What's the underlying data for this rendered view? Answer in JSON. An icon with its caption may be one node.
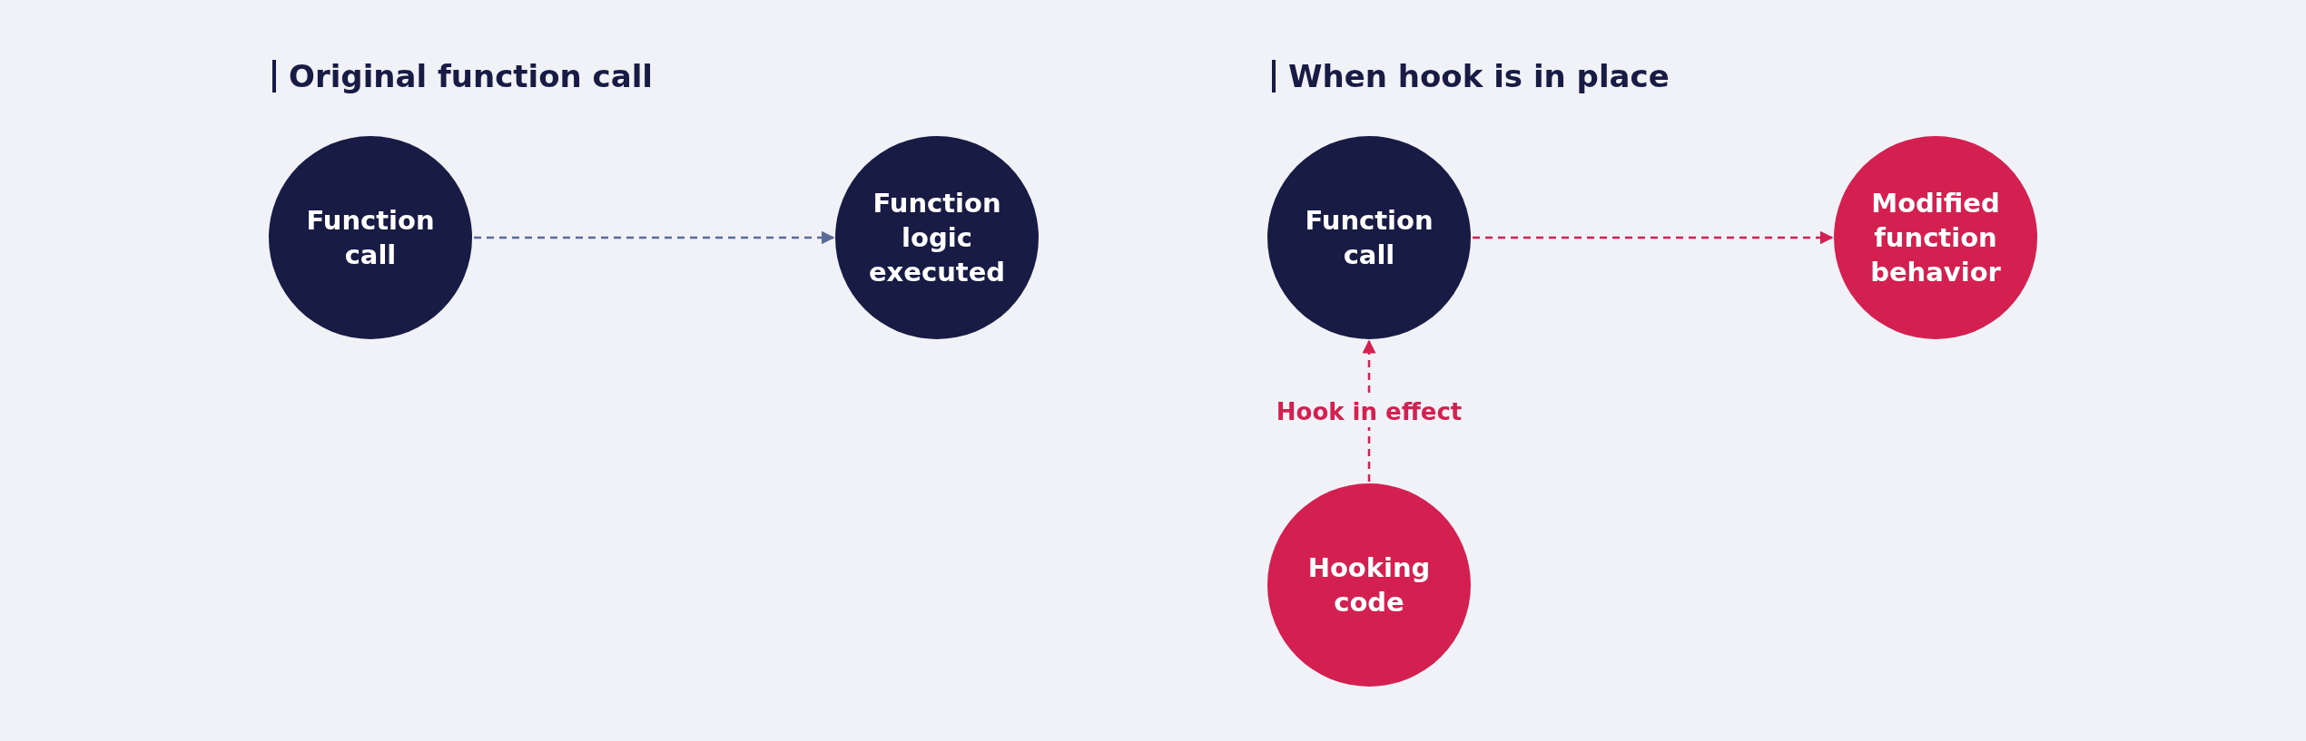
{
  "diagram": {
    "nodes": [
      {
        "text": [
          "Function call"
        ]
      },
      {
        "text": [
          "Function logic executed"
        ]
      },
      {
        "text": [
          "Function call"
        ]
      },
      {
        "text": [
          "Modified function behavior"
        ]
      },
      {
        "text": [
          "Hooking code"
        ]
      }
    ],
    "edges": [
      {
        "from": 0,
        "to": 1,
        "arrow": "to",
        "style": "dashed",
        "color": "#5a6a99"
      },
      {
        "from": 2,
        "to": 3,
        "arrow": "to",
        "style": "dashed",
        "color": "#d41f51"
      },
      {
        "from": 4,
        "to": 2,
        "arrow": "to",
        "style": "dashed",
        "color": "#d41f51",
        "label": "Hook in effect"
      }
    ],
    "labels": [
      "Original function call",
      "When hook is in place"
    ]
  }
}
